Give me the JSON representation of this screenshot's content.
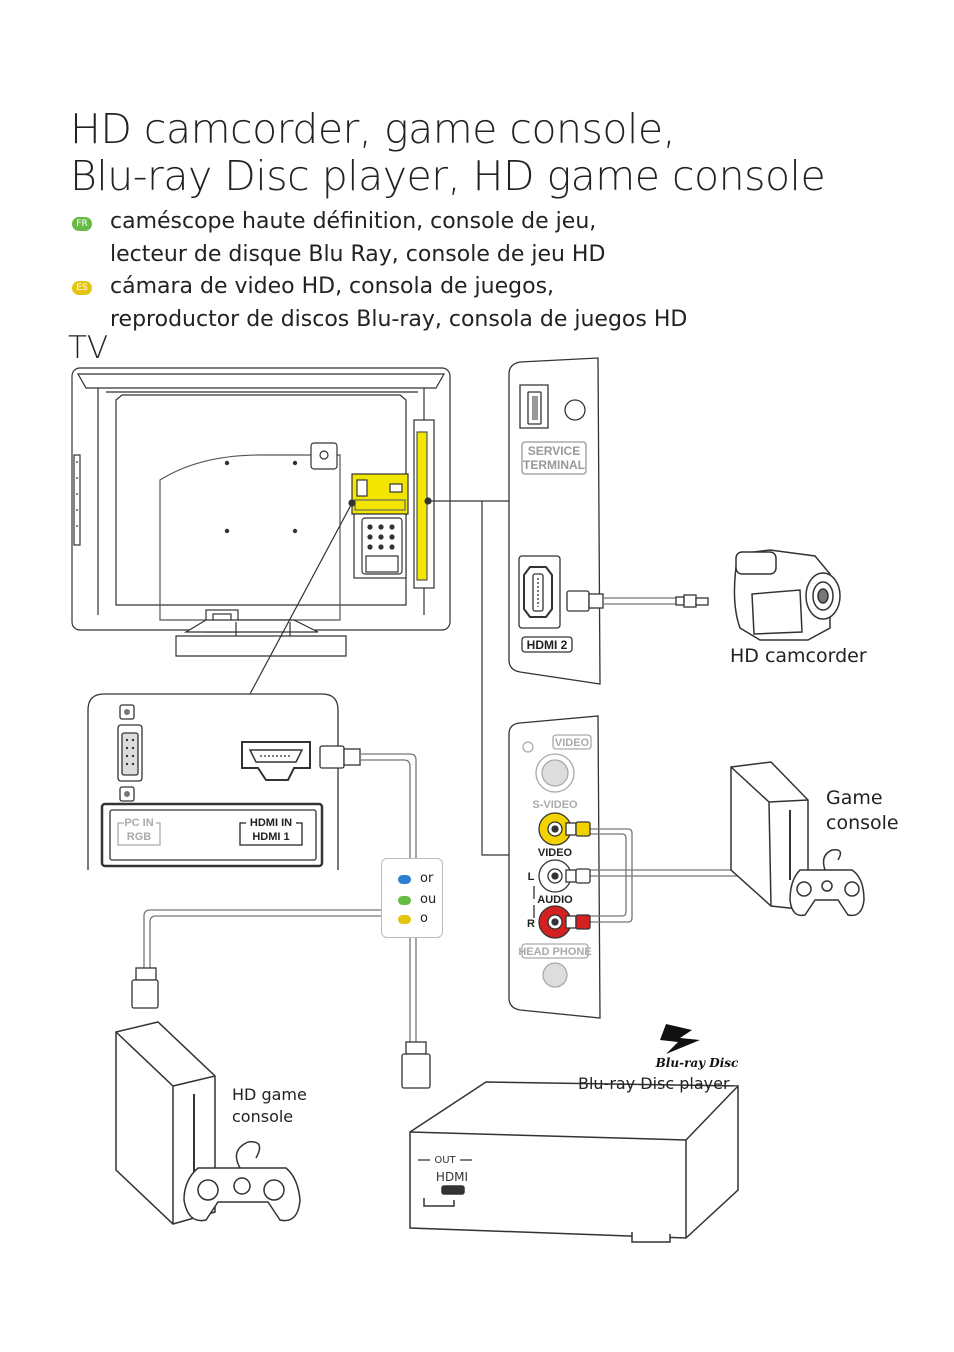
{
  "title": {
    "line1": "HD camcorder, game console,",
    "line2": "Blu-ray Disc player, HD game console"
  },
  "translations": {
    "fr": {
      "badge": "FR",
      "line1": "caméscope haute définition, console de jeu,",
      "line2": "lecteur de disque Blu Ray, console de jeu HD",
      "color": "#66bb44"
    },
    "es": {
      "badge": "ES",
      "line1": "cámara de video HD, consola de juegos,",
      "line2": "reproductor de discos Blu-ray, consola de juegos HD",
      "color": "#e4c511"
    }
  },
  "tv_label": "TV",
  "devices": {
    "hd_camcorder": "HD camcorder",
    "game_console": {
      "line1": "Game",
      "line2": "console"
    },
    "hd_game_console": {
      "line1": "HD game",
      "line2": "console"
    },
    "bluray_player": "Blu-ray Disc player",
    "bluray_logo": "Blu-ray Disc",
    "bluray_out": "OUT",
    "bluray_hdmi": "HDMI"
  },
  "side_panel": {
    "service_terminal": {
      "line1": "SERVICE",
      "line2": "TERMINAL"
    },
    "hdmi2": "HDMI 2"
  },
  "av_panel": {
    "video_header": "VIDEO",
    "svideo": "S-VIDEO",
    "video": "VIDEO",
    "l": "L",
    "audio": "AUDIO",
    "r": "R",
    "headphone": "HEAD PHONE"
  },
  "rear_panel": {
    "pc_in": {
      "line1": "PC IN",
      "line2": "RGB"
    },
    "hdmi_in": {
      "line1": "HDMI IN",
      "line2": "HDMI 1"
    }
  },
  "legend": [
    {
      "label": "or",
      "color": "#2f7fd0"
    },
    {
      "label": "ou",
      "color": "#66bb44"
    },
    {
      "label": "o",
      "color": "#e4c511"
    }
  ],
  "colors": {
    "video_jack": "#f2d200",
    "audio_left_jack": "#ffffff",
    "audio_right_jack": "#d42020",
    "panel_highlight": "#f2e600"
  }
}
